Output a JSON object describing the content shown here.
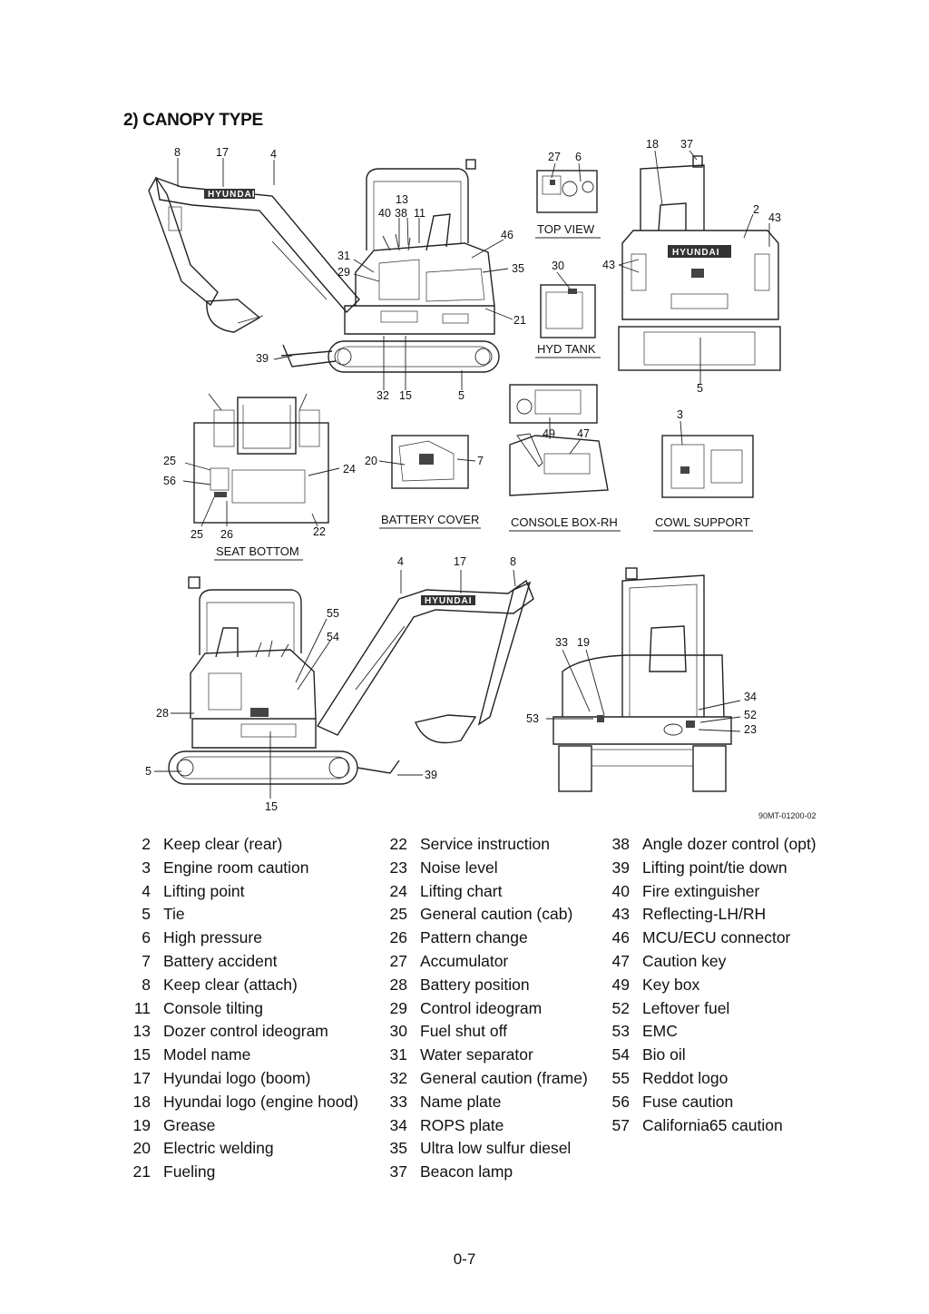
{
  "section_title": "2) CANOPY TYPE",
  "figure_code": "90MT-01200-02",
  "page_number": "0-7",
  "logo_text": "HYUNDAI",
  "views": {
    "top_view": "TOP VIEW",
    "hyd_tank": "HYD TANK",
    "seat_bottom": "SEAT BOTTOM",
    "battery_cover": "BATTERY COVER",
    "console_box_rh": "CONSOLE BOX-RH",
    "cowl_support": "COWL SUPPORT"
  },
  "callouts": {
    "left_side": [
      "8",
      "17",
      "4",
      "13",
      "40",
      "38",
      "11",
      "46",
      "31",
      "29",
      "35",
      "21",
      "39",
      "32",
      "15",
      "5"
    ],
    "top_view": [
      "27",
      "6"
    ],
    "hyd_tank": [
      "30"
    ],
    "rear_view": [
      "18",
      "37",
      "2",
      "43",
      "43",
      "5"
    ],
    "seat_bottom": [
      "25",
      "56",
      "24",
      "25",
      "26",
      "22"
    ],
    "battery_cover": [
      "20",
      "7"
    ],
    "console_box_rh": [
      "49",
      "47"
    ],
    "cowl_support": [
      "3"
    ],
    "right_side": [
      "4",
      "17",
      "8",
      "55",
      "54",
      "28",
      "5",
      "39",
      "15"
    ],
    "front_view": [
      "33",
      "19",
      "34",
      "52",
      "53",
      "23"
    ]
  },
  "legend": [
    [
      {
        "num": "2",
        "text": "Keep clear (rear)"
      },
      {
        "num": "3",
        "text": "Engine room caution"
      },
      {
        "num": "4",
        "text": "Lifting point"
      },
      {
        "num": "5",
        "text": "Tie"
      },
      {
        "num": "6",
        "text": "High pressure"
      },
      {
        "num": "7",
        "text": "Battery accident"
      },
      {
        "num": "8",
        "text": "Keep clear (attach)"
      },
      {
        "num": "11",
        "text": "Console tilting"
      },
      {
        "num": "13",
        "text": "Dozer control ideogram"
      },
      {
        "num": "15",
        "text": "Model name"
      },
      {
        "num": "17",
        "text": "Hyundai logo (boom)"
      },
      {
        "num": "18",
        "text": "Hyundai logo (engine hood)"
      },
      {
        "num": "19",
        "text": "Grease"
      },
      {
        "num": "20",
        "text": "Electric welding"
      },
      {
        "num": "21",
        "text": "Fueling"
      }
    ],
    [
      {
        "num": "22",
        "text": "Service instruction"
      },
      {
        "num": "23",
        "text": "Noise level"
      },
      {
        "num": "24",
        "text": "Lifting chart"
      },
      {
        "num": "25",
        "text": "General caution (cab)"
      },
      {
        "num": "26",
        "text": "Pattern change"
      },
      {
        "num": "27",
        "text": "Accumulator"
      },
      {
        "num": "28",
        "text": "Battery position"
      },
      {
        "num": "29",
        "text": "Control ideogram"
      },
      {
        "num": "30",
        "text": "Fuel shut off"
      },
      {
        "num": "31",
        "text": "Water separator"
      },
      {
        "num": "32",
        "text": "General caution (frame)"
      },
      {
        "num": "33",
        "text": "Name plate"
      },
      {
        "num": "34",
        "text": "ROPS plate"
      },
      {
        "num": "35",
        "text": "Ultra low sulfur diesel"
      },
      {
        "num": "37",
        "text": "Beacon lamp"
      }
    ],
    [
      {
        "num": "38",
        "text": "Angle dozer control (opt)"
      },
      {
        "num": "39",
        "text": "Lifting point/tie down"
      },
      {
        "num": "40",
        "text": "Fire extinguisher"
      },
      {
        "num": "43",
        "text": "Reflecting-LH/RH"
      },
      {
        "num": "46",
        "text": "MCU/ECU connector"
      },
      {
        "num": "47",
        "text": "Caution key"
      },
      {
        "num": "49",
        "text": "Key box"
      },
      {
        "num": "52",
        "text": "Leftover fuel"
      },
      {
        "num": "53",
        "text": "EMC"
      },
      {
        "num": "54",
        "text": "Bio oil"
      },
      {
        "num": "55",
        "text": "Reddot logo"
      },
      {
        "num": "56",
        "text": "Fuse caution"
      },
      {
        "num": "57",
        "text": "California65 caution"
      }
    ]
  ]
}
